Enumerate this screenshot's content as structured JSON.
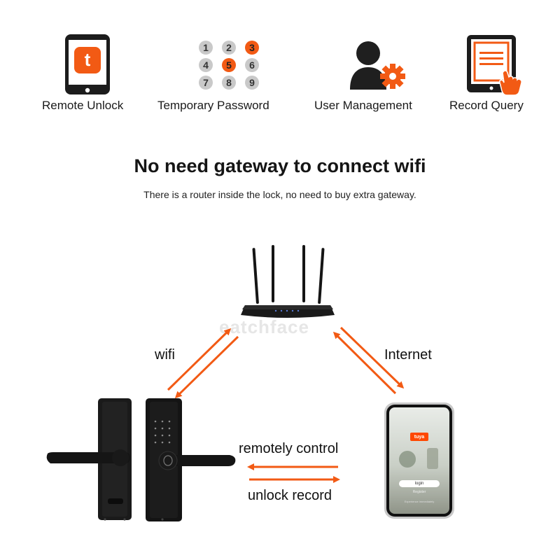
{
  "features": [
    {
      "label": "Remote Unlock",
      "icon": "tuya-phone-icon"
    },
    {
      "label": "Temporary Password",
      "icon": "keypad-icon"
    },
    {
      "label": "User Management",
      "icon": "user-gear-icon"
    },
    {
      "label": "Record Query",
      "icon": "tablet-record-icon"
    }
  ],
  "app_logo_letter": "t",
  "keypad": {
    "keys": [
      "1",
      "2",
      "3",
      "4",
      "5",
      "6",
      "7",
      "8",
      "9"
    ],
    "highlighted": [
      "3",
      "5"
    ]
  },
  "headline": "No need gateway to connect wifi",
  "subline": "There is a router inside the lock, no need to buy extra gateway.",
  "diagram": {
    "wifi_label": "wifi",
    "internet_label": "Internet",
    "remote_label": "remotely control",
    "record_label": "unlock record",
    "watermark": "eatchface"
  },
  "phone_app": {
    "brand": "tuya",
    "button": "login",
    "link": "Register",
    "footer": "Experience immediately"
  },
  "colors": {
    "accent": "#f25a14",
    "dark": "#1b1b1b",
    "key_gray": "#c9c9c9"
  }
}
